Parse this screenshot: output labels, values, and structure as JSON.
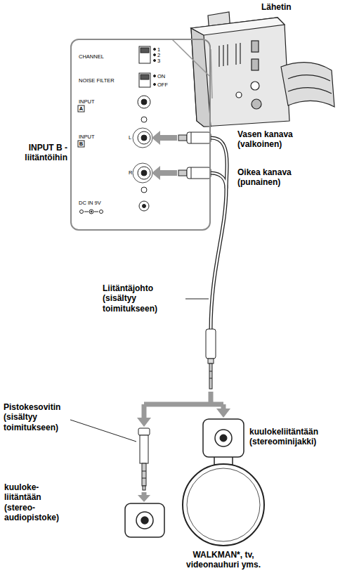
{
  "diagram": {
    "nodes": [
      {
        "text": [
          "CHANNEL",
          "1",
          "2",
          "3",
          "NOISE FILTER",
          "ON",
          "OFF",
          "INPUT",
          "A",
          "INPUT",
          "B",
          "L",
          "R",
          "DC IN 9V"
        ]
      }
    ],
    "labels": [
      "Lähetin",
      "INPUT B - liitäntöihin",
      "Vasen kanava (valkoinen)",
      "Oikea kanava (punainen)",
      "Liitäntäjohto (sisältyy toimitukseen)",
      "Pistokesovitin (sisältyy toimitukseen)",
      "kuulokeliitäntään (stereominijakki)",
      "kuuloke- liitäntään (stereo- audiopistoke)",
      "WALKMAN*, tv, videonauhuri yms."
    ]
  }
}
